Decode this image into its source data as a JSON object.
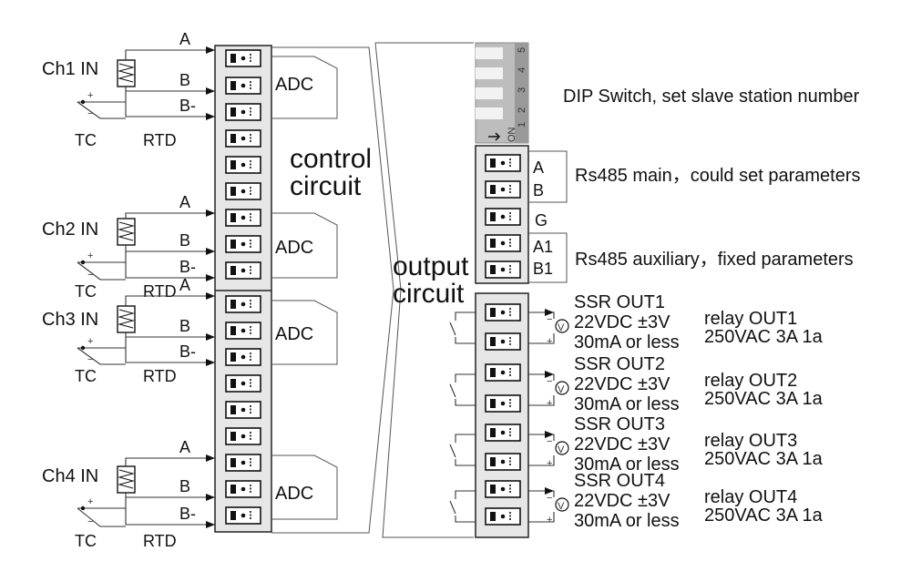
{
  "colors": {
    "ink": "#111111",
    "wire": "#333333",
    "strip_fill": "#e6e6e6",
    "dip_fill": "#bdbdbd",
    "dip_dark": "#9a9a9a"
  },
  "inputs": {
    "channels": [
      {
        "label": "Ch1 IN",
        "a": "A",
        "b": "B",
        "bminus": "B-",
        "tc": "TC",
        "rtd": "RTD"
      },
      {
        "label": "Ch2 IN",
        "a": "A",
        "b": "B",
        "bminus": "B-",
        "tc": "TC",
        "rtd": "RTD"
      },
      {
        "label": "Ch3 IN",
        "a": "A",
        "b": "B",
        "bminus": "B-",
        "tc": "TC",
        "rtd": "RTD"
      },
      {
        "label": "Ch4 IN",
        "a": "A",
        "b": "B",
        "bminus": "B-",
        "tc": "TC",
        "rtd": "RTD"
      }
    ],
    "plus": "+",
    "minus": "−",
    "adc": "ADC"
  },
  "control": {
    "line1": "control",
    "line2": "circuit"
  },
  "output": {
    "line1": "output",
    "line2": "circuit"
  },
  "dip": {
    "numbers": [
      "5",
      "4",
      "3",
      "2",
      "1"
    ],
    "on_label": "ON",
    "caption": "DIP Switch, set slave station number"
  },
  "rs485": {
    "pins": [
      "A",
      "B",
      "G",
      "A1",
      "B1"
    ],
    "main_caption": "Rs485 main，could set parameters",
    "aux_caption": "Rs485 auxiliary，fixed parameters"
  },
  "outputs": [
    {
      "ssr": "SSR OUT1",
      "voltage": "22VDC ±3V",
      "current": "30mA or less",
      "relay": "relay OUT1",
      "rating": "250VAC 3A 1a"
    },
    {
      "ssr": "SSR OUT2",
      "voltage": "22VDC ±3V",
      "current": "30mA or less",
      "relay": "relay OUT2",
      "rating": "250VAC 3A 1a"
    },
    {
      "ssr": "SSR OUT3",
      "voltage": "22VDC ±3V",
      "current": "30mA or less",
      "relay": "relay OUT3",
      "rating": "250VAC 3A 1a"
    },
    {
      "ssr": "SSR OUT4",
      "voltage": "22VDC ±3V",
      "current": "30mA or less",
      "relay": "relay OUT4",
      "rating": "250VAC 3A 1a"
    }
  ],
  "out_symbols": {
    "v": "V",
    "plus": "+",
    "minus": "−"
  }
}
